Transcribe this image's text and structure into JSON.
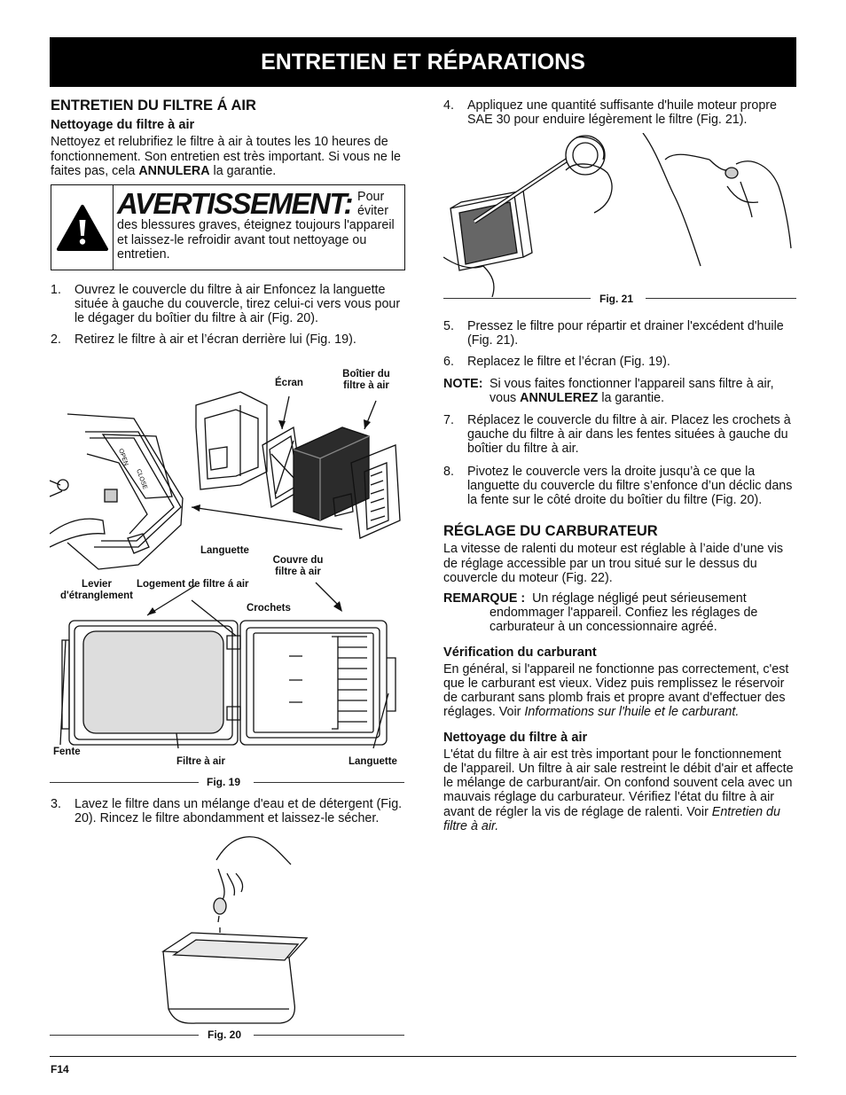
{
  "header": {
    "title": "ENTRETIEN ET RÉPARATIONS"
  },
  "left": {
    "section_title": "ENTRETIEN DU FILTRE Á AIR",
    "subhead": "Nettoyage du filtre à air",
    "intro_a": "Nettoyez et relubrifiez le filtre à air à toutes les 10 heures de fonctionnement. Son entretien est très important. Si vous ne le faites pas, cela ",
    "intro_bold": "ANNULERA",
    "intro_b": " la garantie.",
    "warning": {
      "title": "AVERTISSEMENT:",
      "text": "Pour éviter des blessures graves, éteignez toujours l'appareil et laissez-le refroidir avant tout nettoyage ou entretien."
    },
    "steps": [
      {
        "num": "1.",
        "text": "Ouvrez le couvercle du filtre à air Enfoncez la languette située à gauche du couvercle, tirez celui-ci vers vous pour le dégager du boîtier du filtre à air (Fig. 20)."
      },
      {
        "num": "2.",
        "text": "Retirez le filtre à air et l’écran derrière lui (Fig. 19)."
      }
    ],
    "fig19": {
      "caption": "Fig. 19",
      "labels": {
        "ecran": "Écran",
        "boitier": "Boîtier du filtre à air",
        "languette1": "Languette",
        "couvre": "Couvre du filtre à air",
        "levier": "Levier d'étranglement",
        "logement": "Logement de filtre á air",
        "crochets": "Crochets",
        "fente": "Fente",
        "filtre": "Filtre à air",
        "languette2": "Languette"
      },
      "switch_text": {
        "open": "OPEN",
        "close": "CLOSE"
      }
    },
    "step3": {
      "num": "3.",
      "text": "Lavez le filtre dans un mélange d'eau et de détergent (Fig. 20). Rincez le filtre abondamment et laissez-le sécher."
    },
    "fig20": {
      "caption": "Fig. 20"
    }
  },
  "right": {
    "step4": {
      "num": "4.",
      "text": "Appliquez une quantité suffisante d'huile moteur propre SAE 30 pour enduire légèrement le filtre (Fig. 21)."
    },
    "fig21": {
      "caption": "Fig. 21"
    },
    "step5": {
      "num": "5.",
      "text": "Pressez le filtre pour répartir et drainer l'excédent d'huile (Fig. 21)."
    },
    "step6": {
      "num": "6.",
      "text": "Replacez le filtre et l’écran (Fig. 19)."
    },
    "note": {
      "label": "NOTE:",
      "a": "Si vous faites fonctionner l'appareil sans filtre à air, vous ",
      "bold": "ANNULEREZ",
      "b": " la garantie."
    },
    "step7": {
      "num": "7.",
      "text": "Réplacez le couvercle du filtre à air. Placez les crochets à gauche du filtre à air dans les fentes situées à gauche du boîtier du filtre à air."
    },
    "step8": {
      "num": "8.",
      "text": "Pivotez le couvercle vers la droite jusqu’à ce que la languette du couvercle du filtre s’enfonce d’un déclic dans la fente sur le côté droite du boîtier du filtre (Fig. 20)."
    },
    "carb_title": "RÉGLAGE DU CARBURATEUR",
    "carb_text": "La vitesse de ralenti du moteur est réglable à l’aide d’une vis de réglage accessible par un trou situé sur le dessus du couvercle du moteur (Fig. 22).",
    "remarque": {
      "label": "REMARQUE :",
      "text": "Un réglage négligé peut sérieusement endommager l'appareil. Confiez les réglages de carburateur à un concessionnaire agréé."
    },
    "verif_title": "Vérification du carburant",
    "verif_a": "En général, si l'appareil ne fonctionne pas correctement, c'est que le carburant est vieux. Videz puis remplissez le réservoir de carburant sans plomb frais et propre avant d'effectuer des réglages. Voir ",
    "verif_italic": "Informations sur l'huile et le carburant.",
    "nett_title": "Nettoyage du filtre à air",
    "nett_a": "L'état du filtre à air est très important pour le fonctionnement de l'appareil. Un filtre à air sale restreint le débit d'air et affecte le mélange de carburant/air. On confond souvent cela avec un mauvais réglage du carburateur. Vérifiez l'état du filtre à air avant de régler la vis de réglage de ralenti. Voir ",
    "nett_italic": "Entretien du filtre à air."
  },
  "footer": {
    "page": "F14"
  }
}
